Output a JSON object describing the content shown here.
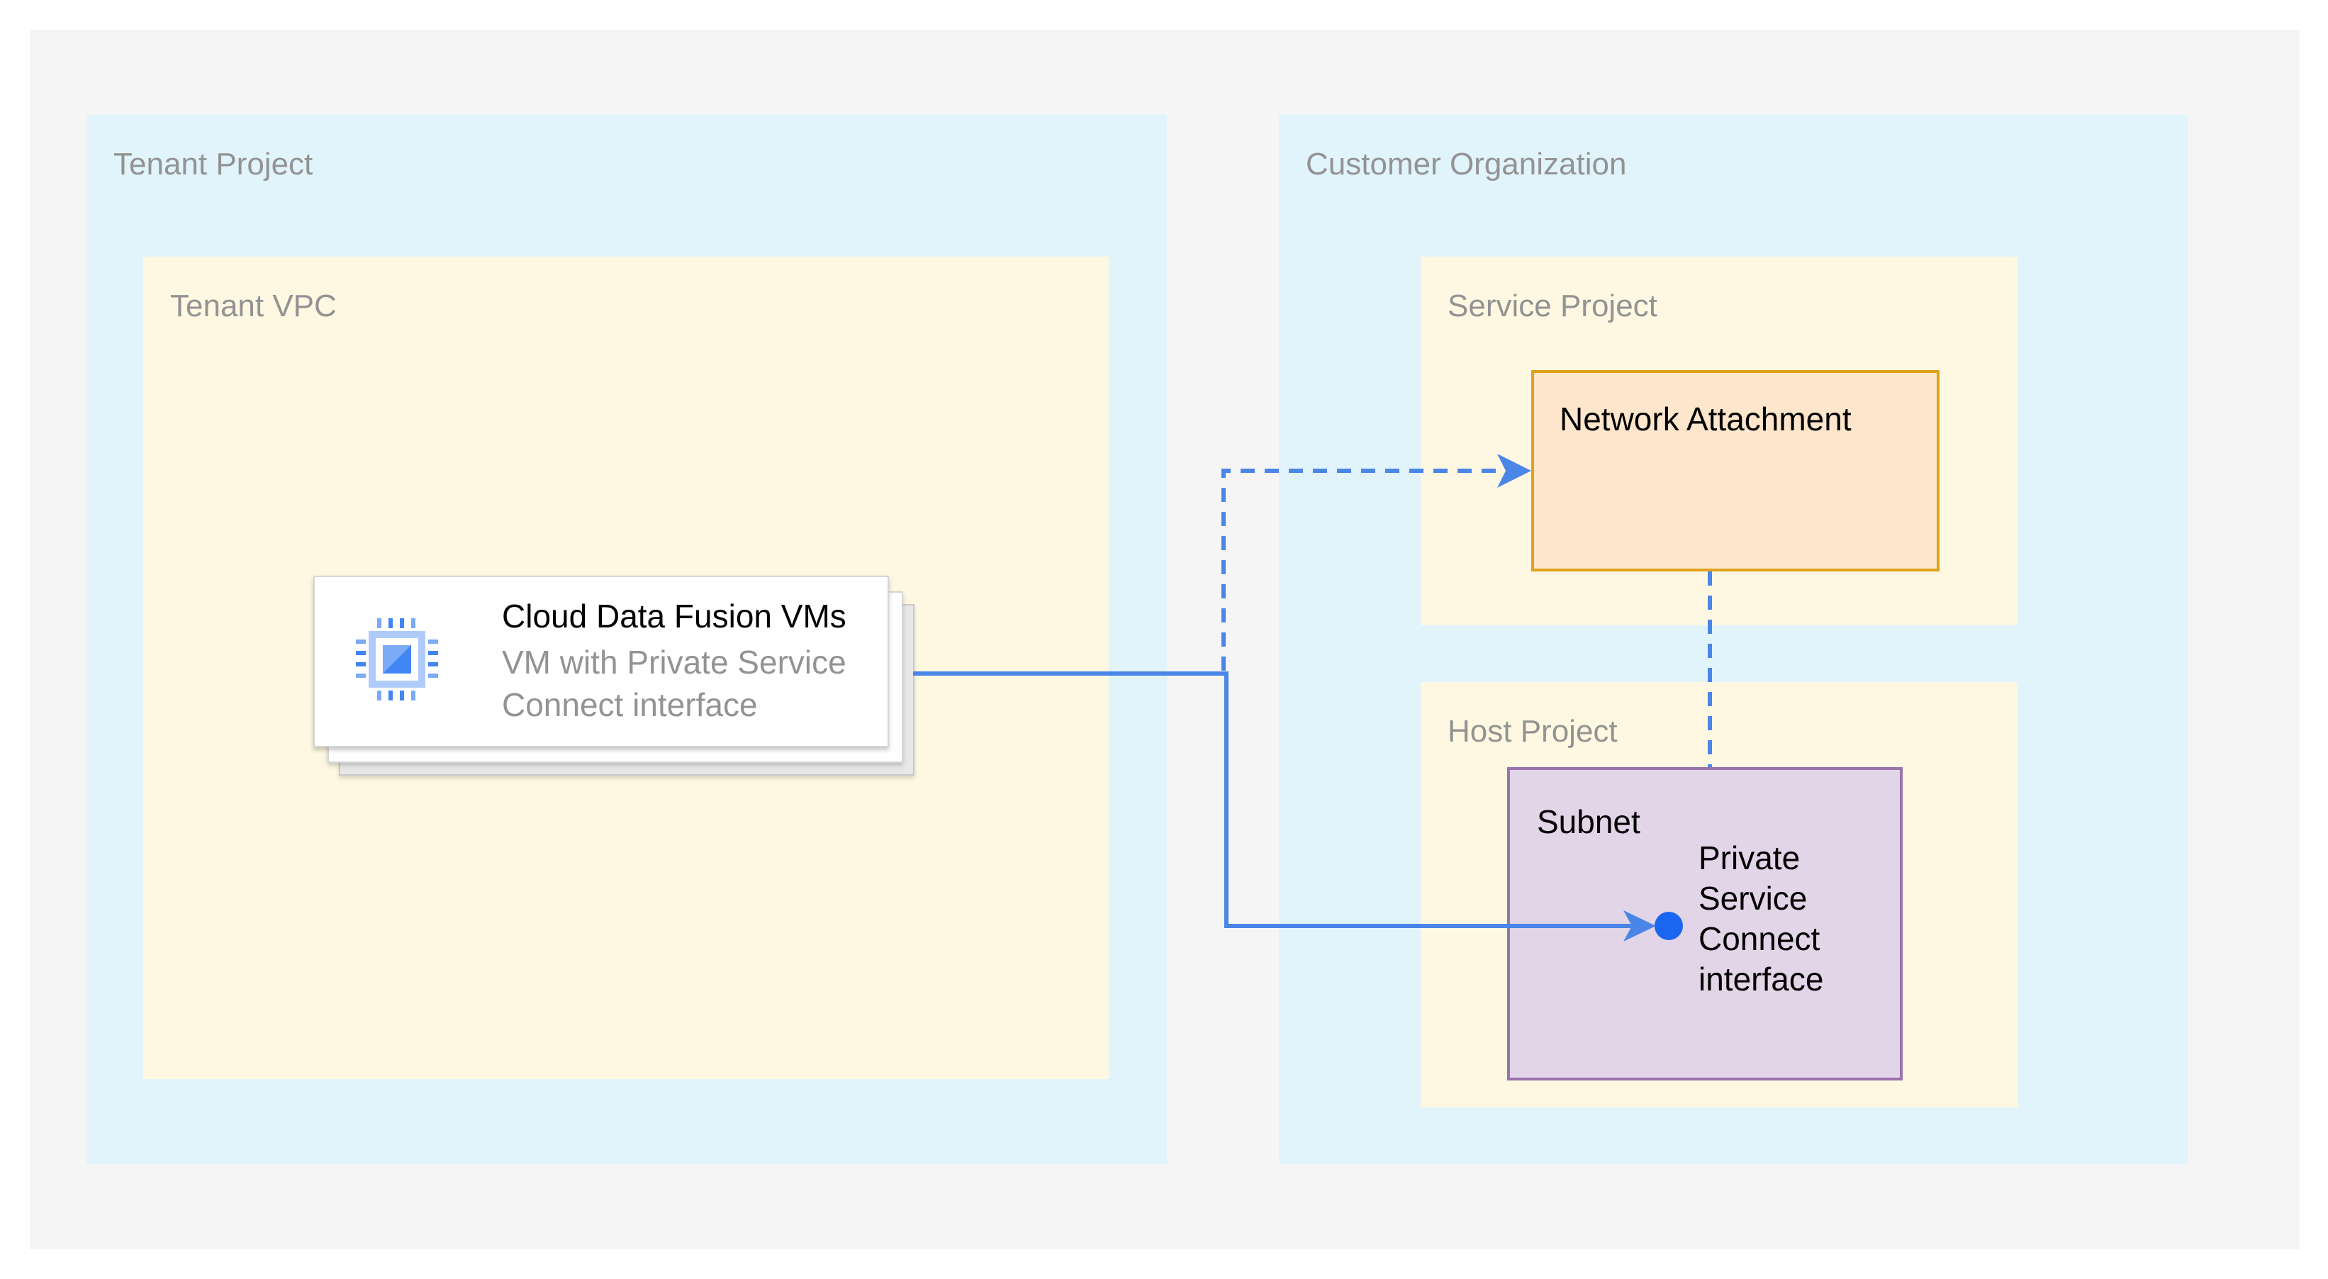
{
  "zones": {
    "tenant_project": "Tenant Project",
    "tenant_vpc": "Tenant VPC",
    "customer_organization": "Customer Organization",
    "service_project": "Service Project",
    "host_project": "Host Project"
  },
  "vm_card": {
    "title": "Cloud Data Fusion VMs",
    "subtitle": "VM with Private Service Connect interface",
    "icon": "cpu-chip-icon"
  },
  "network_attachment": {
    "label": "Network Attachment"
  },
  "subnet": {
    "label": "Subnet",
    "endpoint_label": "Private Service Connect interface"
  },
  "colors": {
    "canvas": "#f5f5f5",
    "zone_blue": "#e1f4fc",
    "zone_cream": "#fef8e2",
    "network_attachment_fill": "#fde6cc",
    "network_attachment_border": "#e0a21a",
    "subnet_fill": "#e2d5e8",
    "subnet_border": "#9b72ac",
    "connector": "#4a86e8",
    "endpoint_dot": "#1a66f0",
    "zone_label": "#939393"
  }
}
